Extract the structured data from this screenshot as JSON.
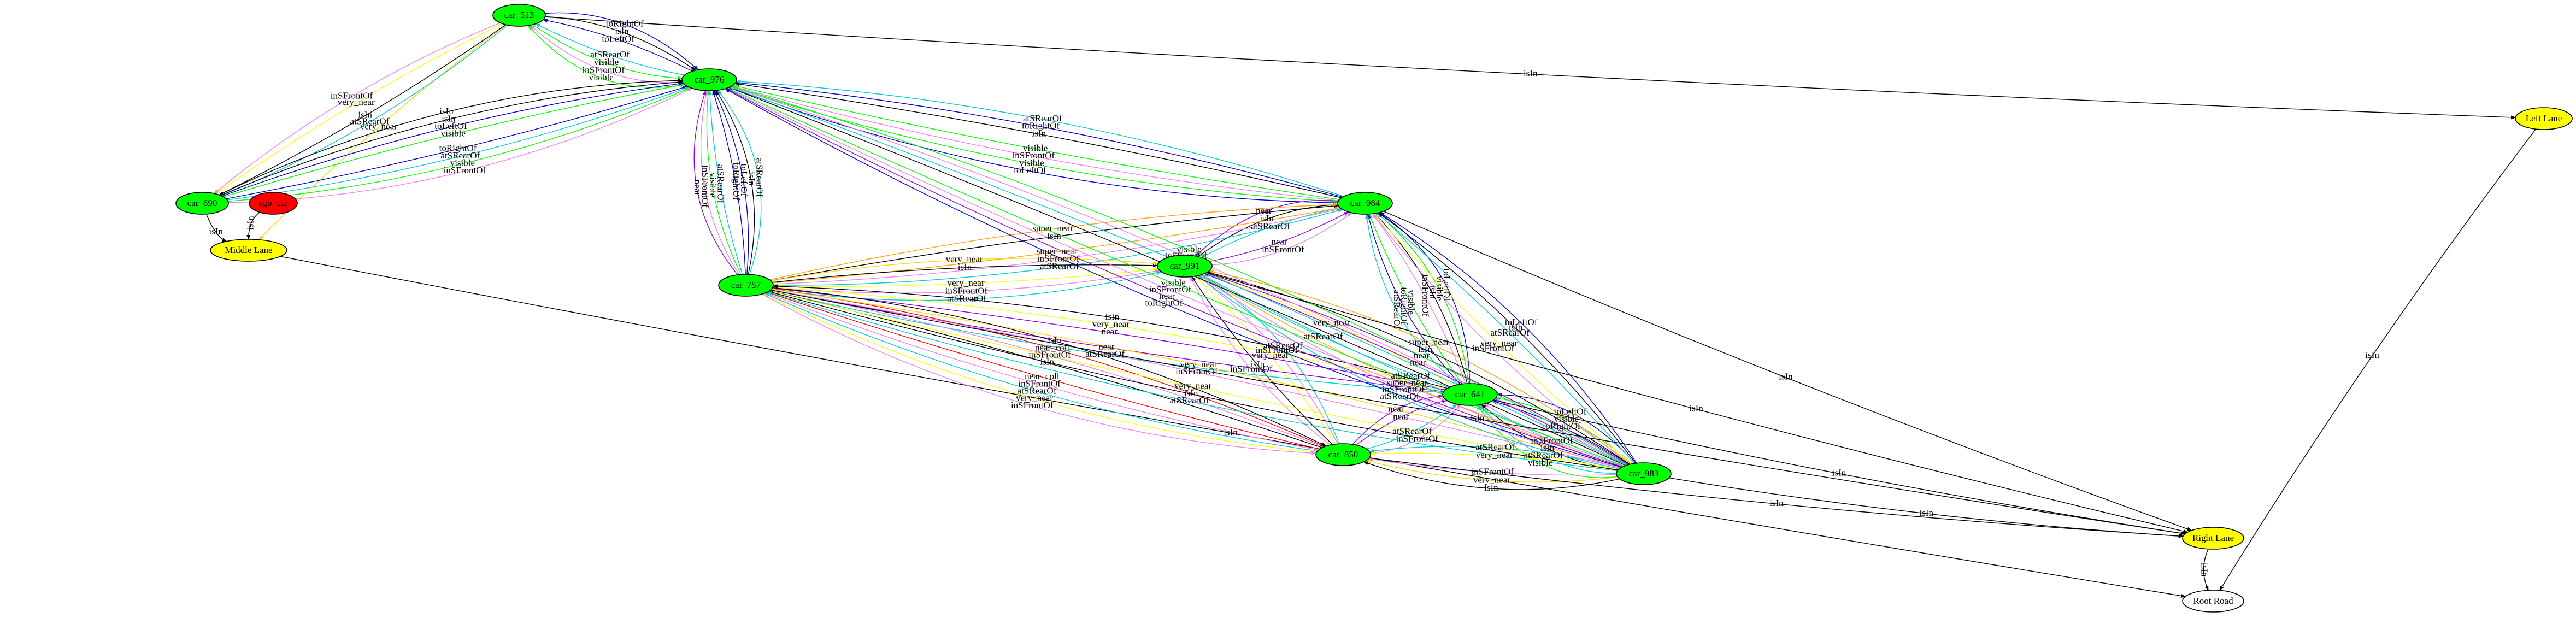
{
  "nodes": [
    {
      "id": "car_513",
      "label": "car_513",
      "fill": "#00ff00"
    },
    {
      "id": "car_976",
      "label": "car_976",
      "fill": "#00ff00"
    },
    {
      "id": "car_690",
      "label": "car_690",
      "fill": "#00ff00"
    },
    {
      "id": "ego_car",
      "label": "ego_car",
      "fill": "#ff0000"
    },
    {
      "id": "middle_lane",
      "label": "Middle Lane",
      "fill": "#ffff00"
    },
    {
      "id": "left_lane",
      "label": "Left Lane",
      "fill": "#ffff00"
    },
    {
      "id": "car_984",
      "label": "car_984",
      "fill": "#00ff00"
    },
    {
      "id": "car_991",
      "label": "car_991",
      "fill": "#00ff00"
    },
    {
      "id": "car_757",
      "label": "car_757",
      "fill": "#00ff00"
    },
    {
      "id": "car_641",
      "label": "car_641",
      "fill": "#00ff00"
    },
    {
      "id": "car_850",
      "label": "car_850",
      "fill": "#00ff00"
    },
    {
      "id": "car_983",
      "label": "car_983",
      "fill": "#00ff00"
    },
    {
      "id": "right_lane",
      "label": "Right Lane",
      "fill": "#ffff00"
    },
    {
      "id": "root_road",
      "label": "Root Road",
      "fill": "#ffffff"
    }
  ],
  "edges": [
    {
      "from": "car_976",
      "to": "car_513",
      "label": "atSRearOf",
      "color": "#00ced1"
    },
    {
      "from": "car_976",
      "to": "car_513",
      "label": "toLeftOf",
      "color": "#0000cd"
    },
    {
      "from": "car_513",
      "to": "car_976",
      "label": "visible",
      "color": "#00ff00"
    },
    {
      "from": "car_513",
      "to": "car_976",
      "label": "isIn",
      "color": "#000000"
    },
    {
      "from": "car_976",
      "to": "car_513",
      "label": "inSFrontOf",
      "color": "#ee82ee"
    },
    {
      "from": "car_513",
      "to": "car_976",
      "label": "toRightOf",
      "color": "#0000cd"
    },
    {
      "from": "car_976",
      "to": "car_513",
      "label": "visible",
      "color": "#00ff00"
    },
    {
      "from": "car_513",
      "to": "left_lane",
      "label": "isIn",
      "color": "#000000"
    },
    {
      "from": "car_513",
      "to": "middle_lane",
      "label": "very_near",
      "color": "#ffd700"
    },
    {
      "from": "car_513",
      "to": "car_690",
      "label": "very_near",
      "color": "#ffff00"
    },
    {
      "from": "car_513",
      "to": "car_690",
      "label": "isIn",
      "color": "#000000"
    },
    {
      "from": "car_513",
      "to": "car_690",
      "label": "inSFrontOf",
      "color": "#ee82ee"
    },
    {
      "from": "car_513",
      "to": "car_690",
      "label": "atSRearOf",
      "color": "#00ced1"
    },
    {
      "from": "car_690",
      "to": "car_976",
      "label": "toRightOf",
      "color": "#0000cd"
    },
    {
      "from": "car_690",
      "to": "car_976",
      "label": "visible",
      "color": "#00ff00"
    },
    {
      "from": "car_690",
      "to": "car_976",
      "label": "atSRearOf",
      "color": "#00ced1"
    },
    {
      "from": "car_690",
      "to": "car_976",
      "label": "toLeftOf",
      "color": "#0000cd"
    },
    {
      "from": "car_690",
      "to": "car_976",
      "label": "visible",
      "color": "#00ff00"
    },
    {
      "from": "car_690",
      "to": "car_976",
      "label": "isIn",
      "color": "#000000"
    },
    {
      "from": "car_690",
      "to": "car_976",
      "label": "inSFrontOf",
      "color": "#ee82ee"
    },
    {
      "from": "car_690",
      "to": "middle_lane",
      "label": "isIn",
      "color": "#000000"
    },
    {
      "from": "car_690",
      "to": "car_976",
      "label": "isIn",
      "color": "#000000"
    },
    {
      "from": "ego_car",
      "to": "middle_lane",
      "label": "isIn",
      "color": "#000000"
    },
    {
      "from": "middle_lane",
      "to": "root_road",
      "label": "isIn",
      "color": "#000000"
    },
    {
      "from": "left_lane",
      "to": "root_road",
      "label": "isIn",
      "color": "#000000"
    },
    {
      "from": "right_lane",
      "to": "root_road",
      "label": "isIn",
      "color": "#000000"
    },
    {
      "from": "car_984",
      "to": "car_976",
      "label": "visible",
      "color": "#00ff00"
    },
    {
      "from": "car_984",
      "to": "car_976",
      "label": "isIn",
      "color": "#000000"
    },
    {
      "from": "car_984",
      "to": "car_976",
      "label": "inSFrontOf",
      "color": "#ee82ee"
    },
    {
      "from": "car_984",
      "to": "car_976",
      "label": "toRightOf",
      "color": "#0000cd"
    },
    {
      "from": "car_984",
      "to": "car_976",
      "label": "visible",
      "color": "#00ff00"
    },
    {
      "from": "car_984",
      "to": "car_976",
      "label": "atSRearOf",
      "color": "#00ced1"
    },
    {
      "from": "car_984",
      "to": "car_976",
      "label": "toLeftOf",
      "color": "#0000cd"
    },
    {
      "from": "car_757",
      "to": "car_976",
      "label": "toRightOf",
      "color": "#0000cd"
    },
    {
      "from": "car_757",
      "to": "car_976",
      "label": "atSRearOf",
      "color": "#00ced1"
    },
    {
      "from": "car_757",
      "to": "car_976",
      "label": "toLeftOf",
      "color": "#0000cd"
    },
    {
      "from": "car_757",
      "to": "car_976",
      "label": "visible",
      "color": "#00ff00"
    },
    {
      "from": "car_757",
      "to": "car_976",
      "label": "isIn",
      "color": "#000000"
    },
    {
      "from": "car_757",
      "to": "car_976",
      "label": "inSFrontOf",
      "color": "#ee82ee"
    },
    {
      "from": "car_757",
      "to": "car_976",
      "label": "atSRearOf",
      "color": "#00ced1"
    },
    {
      "from": "car_757",
      "to": "car_976",
      "label": "near",
      "color": "#9400d3"
    },
    {
      "from": "car_991",
      "to": "car_984",
      "label": "atSRearOf",
      "color": "#00ced1"
    },
    {
      "from": "car_991",
      "to": "car_984",
      "label": "near",
      "color": "#9400d3"
    },
    {
      "from": "car_991",
      "to": "car_984",
      "label": "isIn",
      "color": "#000000"
    },
    {
      "from": "car_991",
      "to": "car_984",
      "label": "inSFrontOf",
      "color": "#ee82ee"
    },
    {
      "from": "car_984",
      "to": "car_991",
      "label": "near",
      "color": "#9400d3"
    },
    {
      "from": "car_757",
      "to": "car_984",
      "label": "super_near",
      "color": "#ffa500"
    },
    {
      "from": "car_757",
      "to": "car_984",
      "label": "isIn",
      "color": "#000000"
    },
    {
      "from": "car_757",
      "to": "car_984",
      "label": "inSFrontOf",
      "color": "#ee82ee"
    },
    {
      "from": "car_757",
      "to": "car_984",
      "label": "super_near",
      "color": "#ffa500"
    },
    {
      "from": "car_757",
      "to": "car_984",
      "label": "atSRearOf",
      "color": "#00ced1"
    },
    {
      "from": "car_757",
      "to": "car_991",
      "label": "very_near",
      "color": "#ffff00"
    },
    {
      "from": "car_757",
      "to": "car_991",
      "label": "isIn",
      "color": "#000000"
    },
    {
      "from": "car_757",
      "to": "car_991",
      "label": "inSFrontOf",
      "color": "#ee82ee"
    },
    {
      "from": "car_757",
      "to": "car_991",
      "label": "very_near",
      "color": "#ffd700"
    },
    {
      "from": "car_757",
      "to": "car_991",
      "label": "atSRearOf",
      "color": "#00ced1"
    },
    {
      "from": "car_641",
      "to": "car_984",
      "label": "inSFrontOf",
      "color": "#ee82ee"
    },
    {
      "from": "car_641",
      "to": "car_984",
      "label": "visible",
      "color": "#00ff00"
    },
    {
      "from": "car_641",
      "to": "car_984",
      "label": "isIn",
      "color": "#000000"
    },
    {
      "from": "car_641",
      "to": "car_984",
      "label": "toRightOf",
      "color": "#0000cd"
    },
    {
      "from": "car_641",
      "to": "car_984",
      "label": "visible",
      "color": "#00ff00"
    },
    {
      "from": "car_641",
      "to": "car_984",
      "label": "atSRearOf",
      "color": "#00ced1"
    },
    {
      "from": "car_641",
      "to": "car_984",
      "label": "toLeftOf",
      "color": "#0000cd"
    },
    {
      "from": "car_641",
      "to": "car_991",
      "label": "very_near",
      "color": "#ffff00"
    },
    {
      "from": "car_641",
      "to": "car_991",
      "label": "atSRearOf",
      "color": "#00ced1"
    },
    {
      "from": "car_850",
      "to": "car_991",
      "label": "very_near",
      "color": "#ffff00"
    },
    {
      "from": "car_850",
      "to": "car_991",
      "label": "isIn",
      "color": "#000000"
    },
    {
      "from": "car_850",
      "to": "car_991",
      "label": "inSFrontOf",
      "color": "#ee82ee"
    },
    {
      "from": "car_850",
      "to": "car_991",
      "label": "inSFrontOf",
      "color": "#ee82ee"
    },
    {
      "from": "car_850",
      "to": "car_991",
      "label": "atSRearOf",
      "color": "#00ced1"
    },
    {
      "from": "car_641",
      "to": "car_757",
      "label": "near",
      "color": "#9400d3"
    },
    {
      "from": "car_641",
      "to": "car_757",
      "label": "near",
      "color": "#9400d3"
    },
    {
      "from": "car_641",
      "to": "car_757",
      "label": "very_near",
      "color": "#ffff00"
    },
    {
      "from": "car_641",
      "to": "car_757",
      "label": "atSRearOf",
      "color": "#00ced1"
    },
    {
      "from": "car_641",
      "to": "car_757",
      "label": "isIn",
      "color": "#000000"
    },
    {
      "from": "car_850",
      "to": "car_757",
      "label": "near_coll",
      "color": "#ff0000"
    },
    {
      "from": "car_850",
      "to": "car_757",
      "label": "isIn",
      "color": "#000000"
    },
    {
      "from": "car_850",
      "to": "car_757",
      "label": "inSFrontOf",
      "color": "#ee82ee"
    },
    {
      "from": "car_850",
      "to": "car_757",
      "label": "inSFrontOf",
      "color": "#ee82ee"
    },
    {
      "from": "car_850",
      "to": "car_757",
      "label": "atSRearOf",
      "color": "#00ced1"
    },
    {
      "from": "car_757",
      "to": "car_850",
      "label": "near_coll",
      "color": "#ff0000"
    },
    {
      "from": "car_850",
      "to": "car_641",
      "label": "near",
      "color": "#9400d3"
    },
    {
      "from": "car_850",
      "to": "car_641",
      "label": "atSRearOf",
      "color": "#00ced1"
    },
    {
      "from": "car_850",
      "to": "car_641",
      "label": "near",
      "color": "#9400d3"
    },
    {
      "from": "car_850",
      "to": "car_641",
      "label": "inSFrontOf",
      "color": "#ee82ee"
    },
    {
      "from": "car_983",
      "to": "car_641",
      "label": "inSFrontOf",
      "color": "#ee82ee"
    },
    {
      "from": "car_983",
      "to": "car_641",
      "label": "toRightOf",
      "color": "#0000cd"
    },
    {
      "from": "car_983",
      "to": "car_641",
      "label": "isIn",
      "color": "#000000"
    },
    {
      "from": "car_983",
      "to": "car_641",
      "label": "visible",
      "color": "#00ff00"
    },
    {
      "from": "car_983",
      "to": "car_641",
      "label": "atSRearOf",
      "color": "#00ced1"
    },
    {
      "from": "car_983",
      "to": "car_641",
      "label": "toLeftOf",
      "color": "#0000cd"
    },
    {
      "from": "car_983",
      "to": "car_641",
      "label": "visible",
      "color": "#00ff00"
    },
    {
      "from": "car_983",
      "to": "car_850",
      "label": "inSFrontOf",
      "color": "#ee82ee"
    },
    {
      "from": "car_983",
      "to": "car_850",
      "label": "very_near",
      "color": "#ffff00"
    },
    {
      "from": "car_983",
      "to": "car_850",
      "label": "very_near",
      "color": "#ffd700"
    },
    {
      "from": "car_983",
      "to": "car_850",
      "label": "atSRearOf",
      "color": "#00ced1"
    },
    {
      "from": "car_983",
      "to": "car_850",
      "label": "isIn",
      "color": "#000000"
    },
    {
      "from": "car_983",
      "to": "car_757",
      "label": "very_near",
      "color": "#ffff00"
    },
    {
      "from": "car_983",
      "to": "car_757",
      "label": "inSFrontOf",
      "color": "#ee82ee"
    },
    {
      "from": "car_983",
      "to": "car_757",
      "label": "isIn",
      "color": "#000000"
    },
    {
      "from": "car_983",
      "to": "car_757",
      "label": "very_near",
      "color": "#ffd700"
    },
    {
      "from": "car_983",
      "to": "car_757",
      "label": "atSRearOf",
      "color": "#00ced1"
    },
    {
      "from": "car_983",
      "to": "car_984",
      "label": "atSRearOf",
      "color": "#00ced1"
    },
    {
      "from": "car_983",
      "to": "car_984",
      "label": "very_near",
      "color": "#ffff00"
    },
    {
      "from": "car_983",
      "to": "car_984",
      "label": "isIn",
      "color": "#000000"
    },
    {
      "from": "car_983",
      "to": "car_984",
      "label": "inSFrontOf",
      "color": "#ee82ee"
    },
    {
      "from": "car_983",
      "to": "car_984",
      "label": "toLeftOf",
      "color": "#0000cd"
    },
    {
      "from": "car_983",
      "to": "car_991",
      "label": "near",
      "color": "#9400d3"
    },
    {
      "from": "car_983",
      "to": "car_991",
      "label": "atSRearOf",
      "color": "#00ced1"
    },
    {
      "from": "car_983",
      "to": "car_991",
      "label": "near",
      "color": "#9400d3"
    },
    {
      "from": "car_983",
      "to": "car_991",
      "label": "super_near",
      "color": "#ffa500"
    },
    {
      "from": "car_983",
      "to": "car_991",
      "label": "isIn",
      "color": "#000000"
    },
    {
      "from": "car_983",
      "to": "car_991",
      "label": "inSFrontOf",
      "color": "#ee82ee"
    },
    {
      "from": "car_983",
      "to": "car_991",
      "label": "super_near",
      "color": "#ffa500"
    },
    {
      "from": "car_983",
      "to": "car_991",
      "label": "atSRearOf",
      "color": "#00ced1"
    },
    {
      "from": "car_983",
      "to": "car_976",
      "label": "visible",
      "color": "#00ff00"
    },
    {
      "from": "car_983",
      "to": "car_976",
      "label": "isIn",
      "color": "#000000"
    },
    {
      "from": "car_983",
      "to": "car_976",
      "label": "inSFrontOf",
      "color": "#ee82ee"
    },
    {
      "from": "car_983",
      "to": "car_976",
      "label": "atSRearOf",
      "color": "#00ced1"
    },
    {
      "from": "car_983",
      "to": "car_976",
      "label": "near",
      "color": "#9400d3"
    },
    {
      "from": "car_983",
      "to": "car_976",
      "label": "inSFrontOf",
      "color": "#ee82ee"
    },
    {
      "from": "car_983",
      "to": "car_976",
      "label": "toRightOf",
      "color": "#0000cd"
    },
    {
      "from": "car_983",
      "to": "car_976",
      "label": "visible",
      "color": "#00ff00"
    },
    {
      "from": "car_984",
      "to": "right_lane",
      "label": "isIn",
      "color": "#000000"
    },
    {
      "from": "car_991",
      "to": "right_lane",
      "label": "isIn",
      "color": "#000000"
    },
    {
      "from": "car_641",
      "to": "right_lane",
      "label": "isIn",
      "color": "#000000"
    },
    {
      "from": "car_850",
      "to": "right_lane",
      "label": "isIn",
      "color": "#000000"
    },
    {
      "from": "car_983",
      "to": "right_lane",
      "label": "isIn",
      "color": "#000000"
    },
    {
      "from": "car_757",
      "to": "right_lane",
      "label": "isIn",
      "color": "#000000"
    },
    {
      "from": "car_757",
      "to": "car_850",
      "label": "very_near",
      "color": "#ffff00"
    },
    {
      "from": "car_757",
      "to": "car_850",
      "label": "isIn",
      "color": "#000000"
    },
    {
      "from": "car_757",
      "to": "car_850",
      "label": "inSFrontOf",
      "color": "#ee82ee"
    }
  ]
}
